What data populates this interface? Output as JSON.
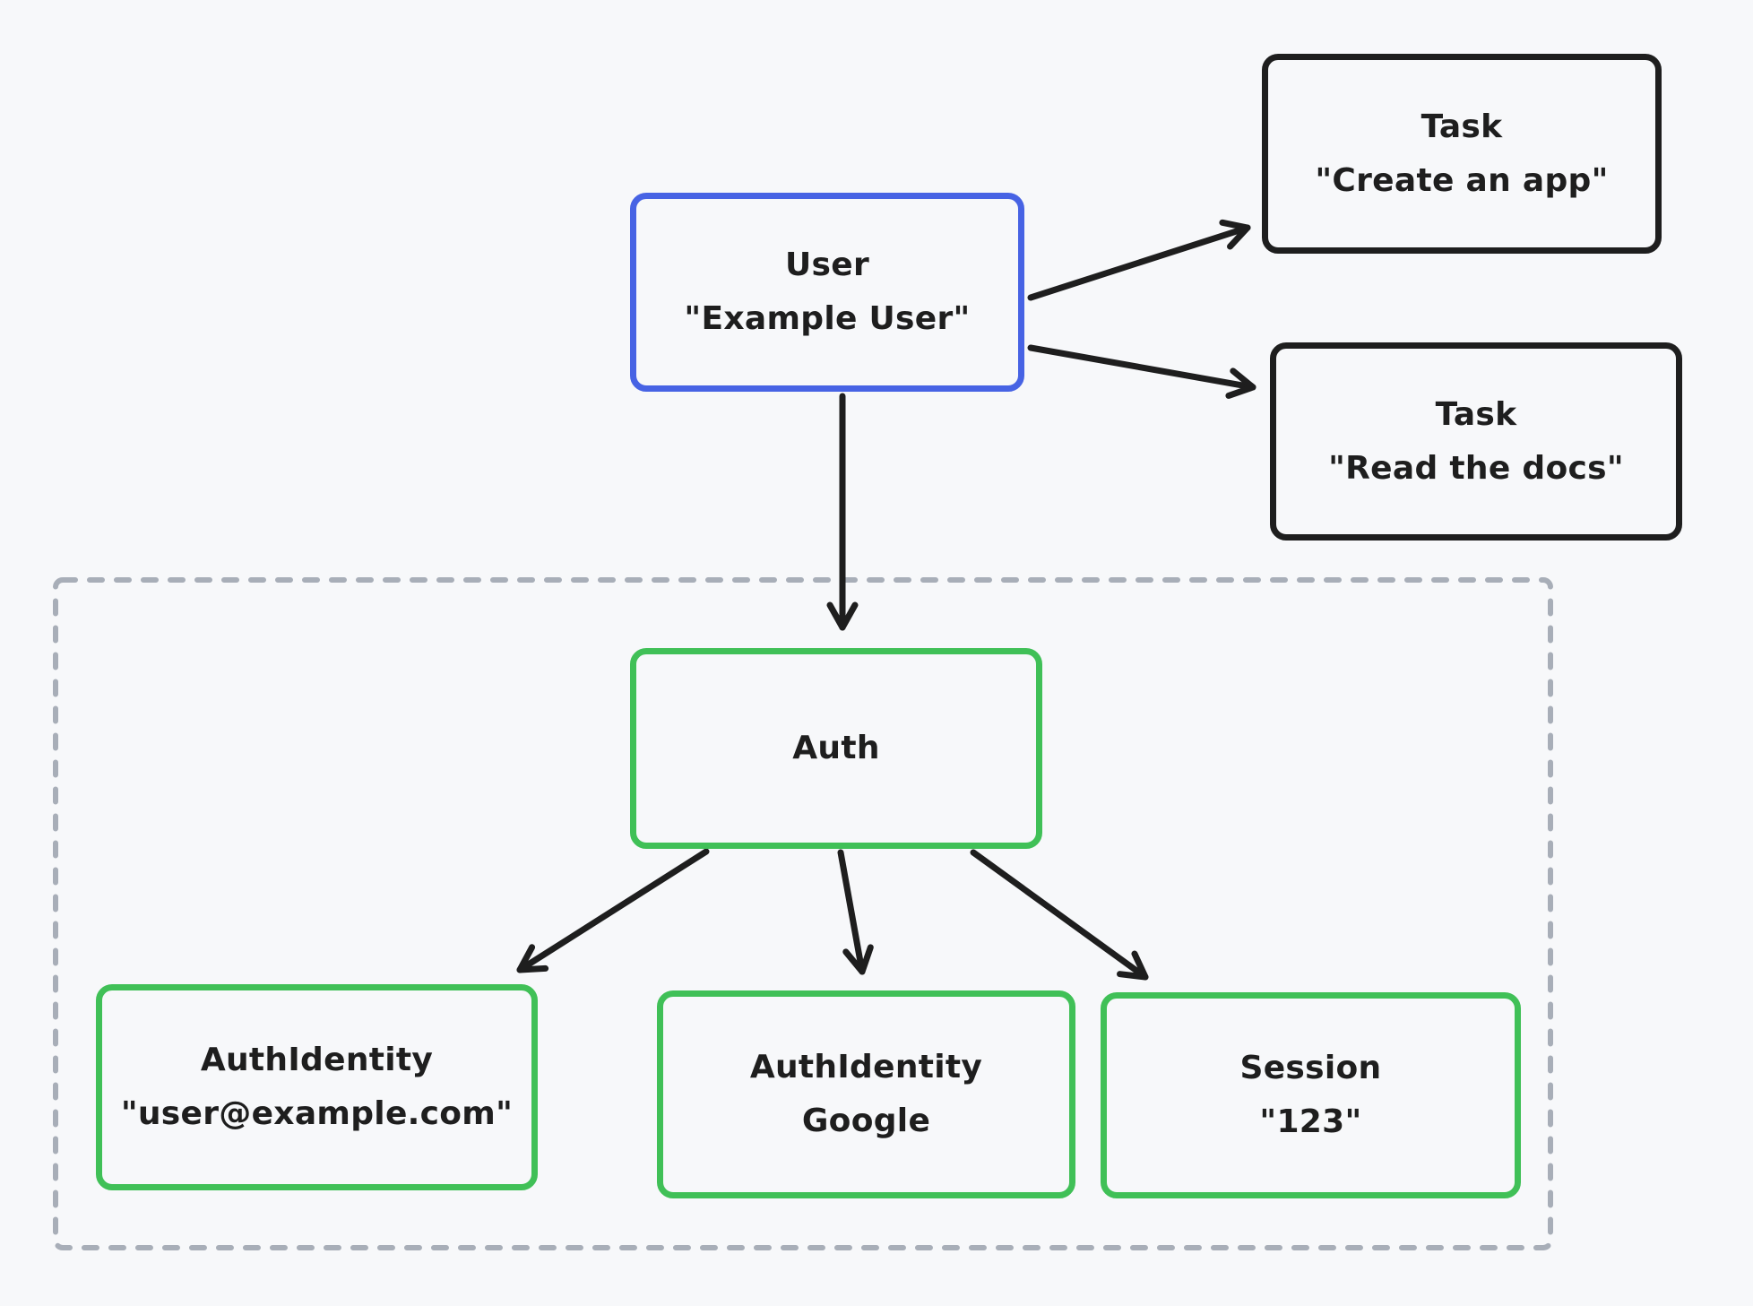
{
  "diagram": {
    "background": "#f7f8fa",
    "colors": {
      "accent_blue": "#4763e4",
      "accent_green": "#40c057",
      "stroke_black": "#1e1e1e",
      "dashed_gray": "#a8aeb8"
    },
    "nodes": {
      "user": {
        "title": "User",
        "subtitle": "\"Example User\""
      },
      "task_create": {
        "title": "Task",
        "subtitle": "\"Create an app\""
      },
      "task_read": {
        "title": "Task",
        "subtitle": "\"Read the docs\""
      },
      "auth": {
        "title": "Auth",
        "subtitle": ""
      },
      "auth_identity_email": {
        "title": "AuthIdentity",
        "subtitle": "\"user@example.com\""
      },
      "auth_identity_google": {
        "title": "AuthIdentity",
        "subtitle": "Google"
      },
      "session": {
        "title": "Session",
        "subtitle": "\"123\""
      }
    },
    "edges": [
      {
        "from": "user",
        "to": "task_create"
      },
      {
        "from": "user",
        "to": "task_read"
      },
      {
        "from": "user",
        "to": "auth"
      },
      {
        "from": "auth",
        "to": "auth_identity_email"
      },
      {
        "from": "auth",
        "to": "auth_identity_google"
      },
      {
        "from": "auth",
        "to": "session"
      }
    ]
  }
}
